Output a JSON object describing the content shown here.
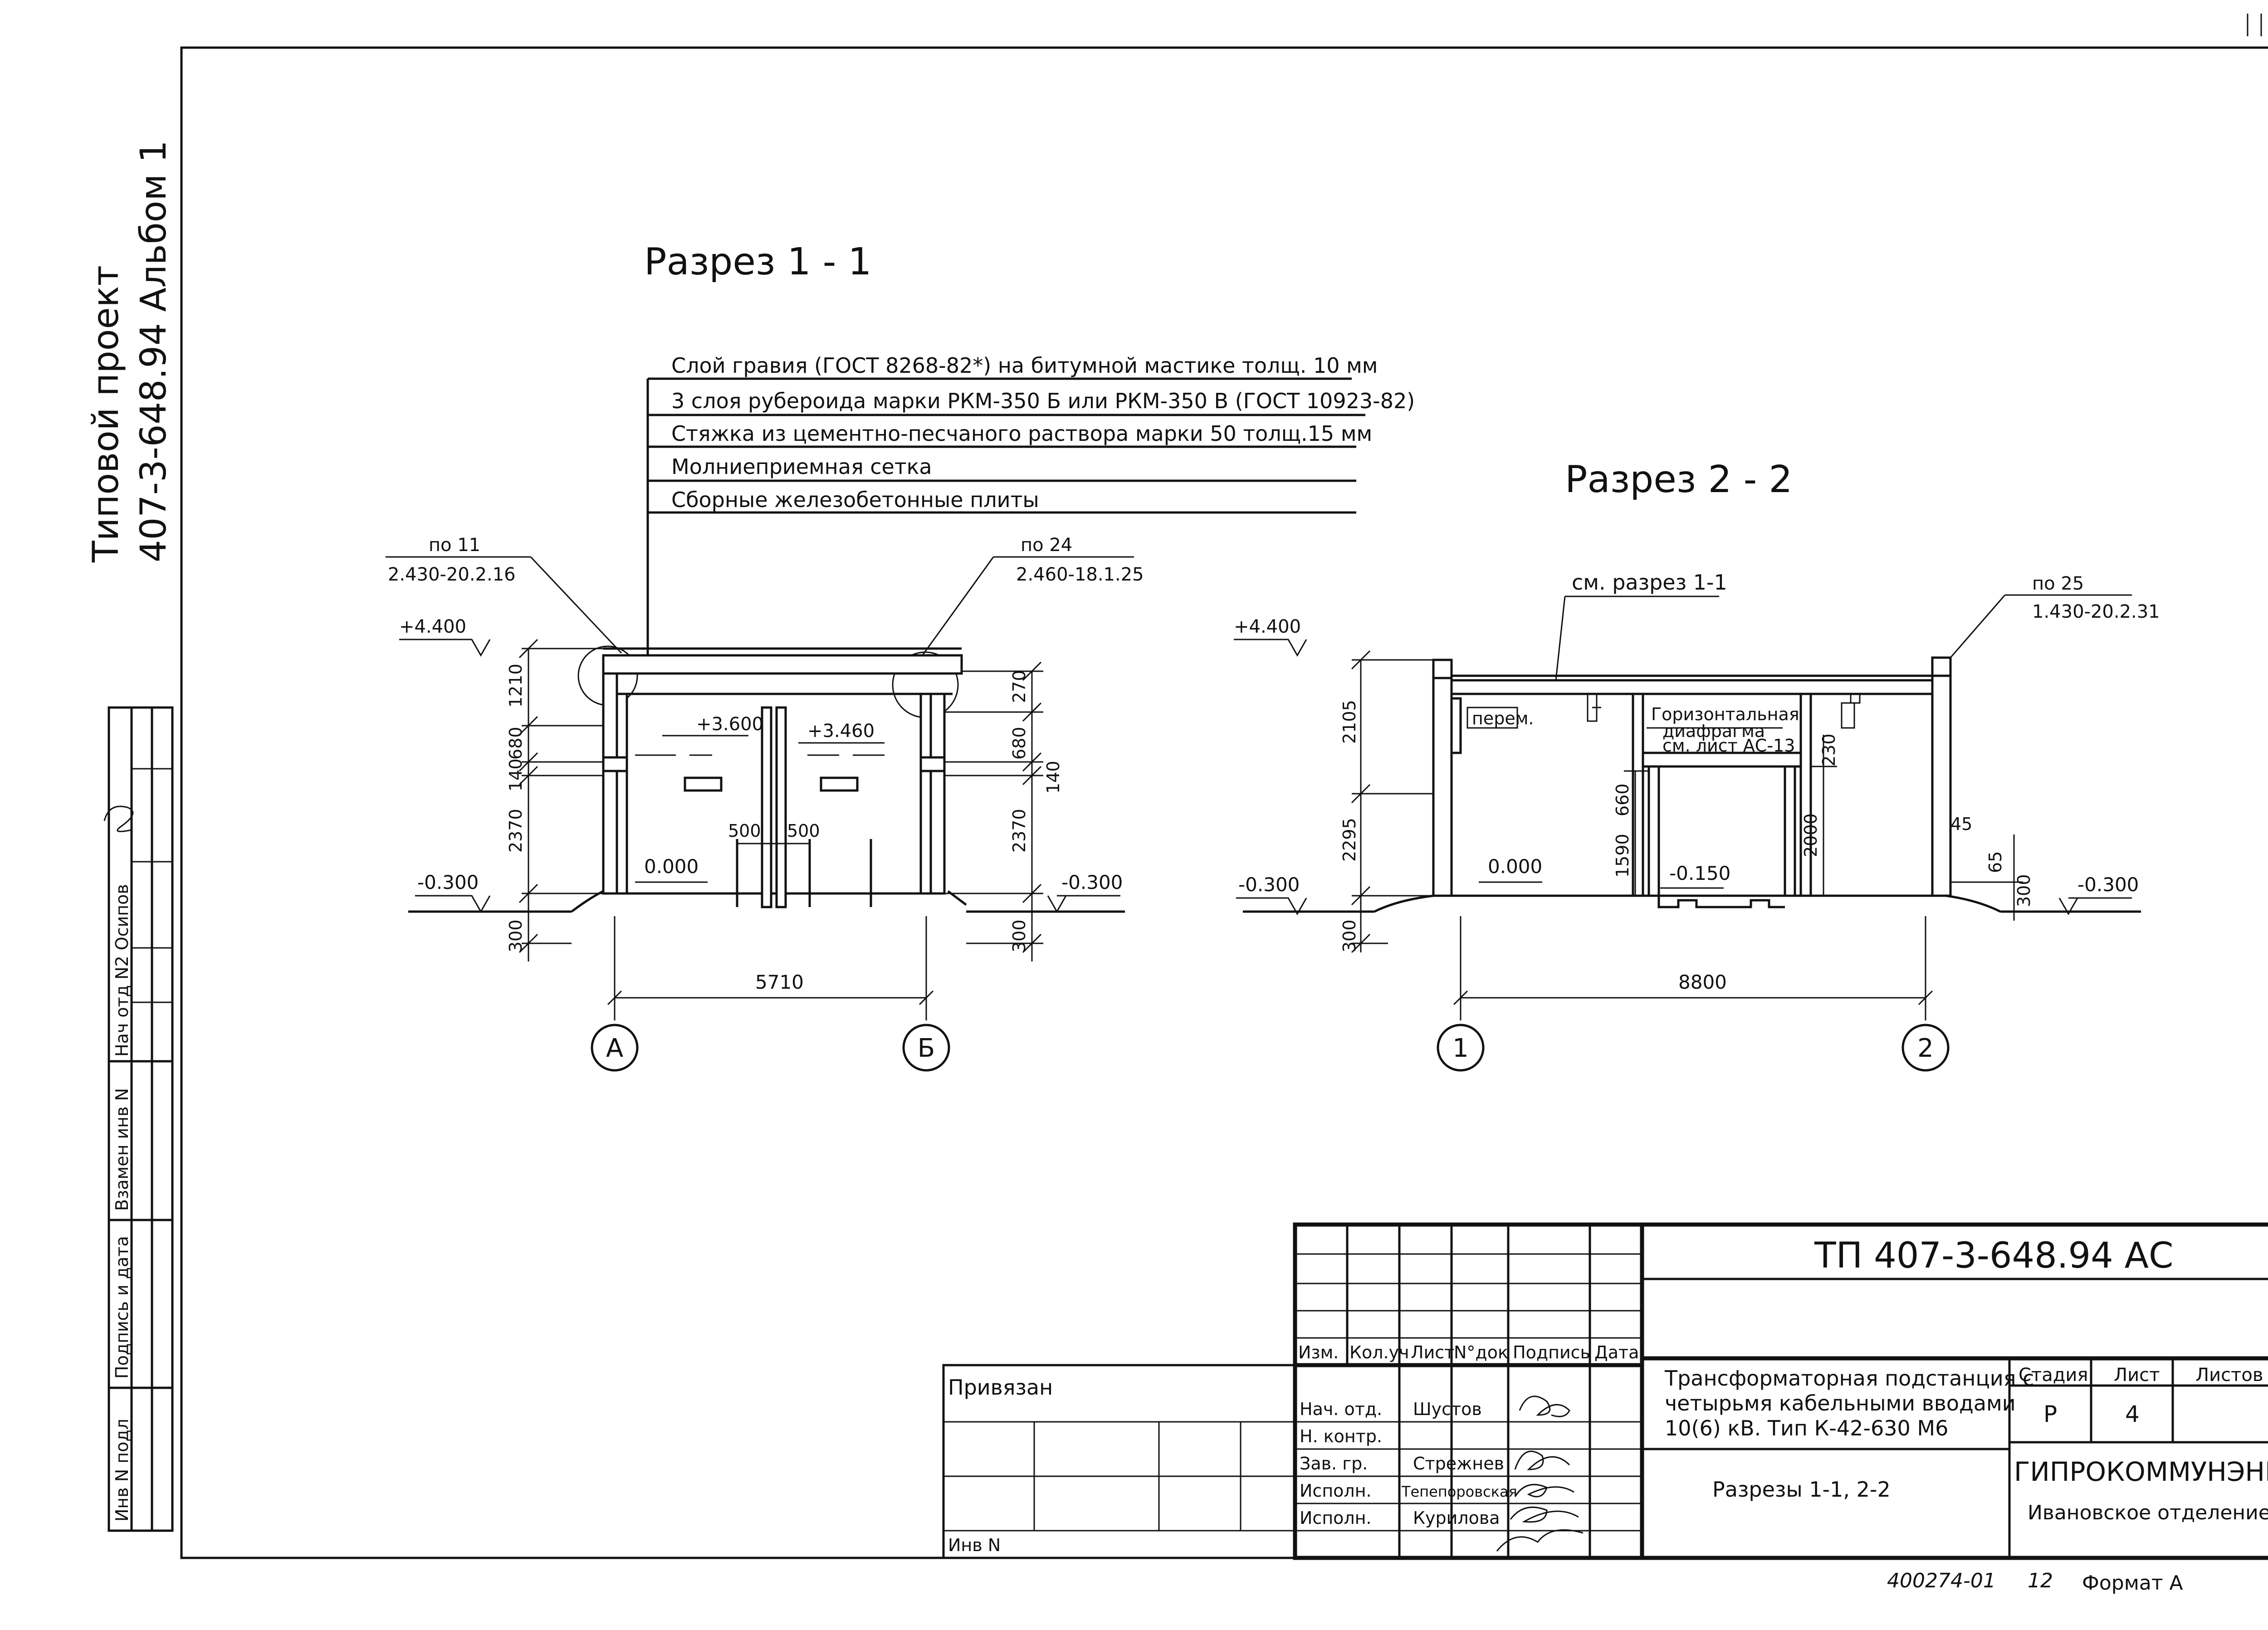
{
  "sheet_title_vertical": [
    "Типовой проект",
    "407-3-648.94 Альбом 1"
  ],
  "section1": {
    "title": "Разрез 1 - 1",
    "roof_layers": [
      "Слой гравия (ГОСТ 8268-82*) на битумной мастике толщ. 10 мм",
      "3 слоя рубероида марки РКМ-350 Б или РКМ-350 В (ГОСТ 10923-82)",
      "Стяжка из цементно-песчаного раствора марки 50 толщ.15 мм",
      "Молниеприемная сетка",
      "Сборные железобетонные плиты"
    ],
    "node_left": {
      "ref": "по 11",
      "code": "2.430-20.2.16"
    },
    "node_right": {
      "ref": "по 24",
      "code": "2.460-18.1.25"
    },
    "levels": {
      "top": "+4.400",
      "l1": "+3.600",
      "l2": "+3.460",
      "floor": "0.000",
      "ground_left": "-0.300",
      "ground_right": "-0.300"
    },
    "dims_left": [
      "1210",
      "680",
      "140",
      "2370",
      "300"
    ],
    "dims_right": [
      "270",
      "680",
      "140",
      "2370",
      "300"
    ],
    "door_dims": [
      "500",
      "500"
    ],
    "span": "5710",
    "axes": [
      "А",
      "Б"
    ]
  },
  "section2": {
    "title": "Разрез 2 - 2",
    "see_ref": "см. разрез 1-1",
    "node_right": {
      "ref": "по 25",
      "code": "1.430-20.2.31"
    },
    "levels": {
      "top": "+4.400",
      "floor": "0.000",
      "pit": "-0.150",
      "ground_left": "-0.300",
      "ground_right": "-0.300"
    },
    "dims_left": [
      "2105",
      "2295",
      "300"
    ],
    "dims_inner": [
      "660",
      "1590",
      "230",
      "2000"
    ],
    "dims_right": [
      "45",
      "65",
      "300"
    ],
    "labels": {
      "perem": "перем.",
      "diaphragm": [
        "Горизонтальная",
        "диафрагма",
        "см. лист АС-13"
      ]
    },
    "span": "8800",
    "axes": [
      "1",
      "2"
    ]
  },
  "side_stamp": [
    "Инв N подл",
    "Подпись и дата",
    "Взамен инв N",
    "Нач отд N2 Осипов"
  ],
  "title_block": {
    "doc_code": "ТП  407-3-648.94   АС",
    "header_cols": [
      "Изм.",
      "Кол.уч",
      "Лист",
      "N°док",
      "Подпись",
      "Дата"
    ],
    "privyazan": "Привязан",
    "inv_n": "Инв N",
    "people": [
      {
        "role": "Нач. отд.",
        "name": "Шустов"
      },
      {
        "role": "Н. контр.",
        "name": ""
      },
      {
        "role": "Зав. гр.",
        "name": "Стрежнев"
      },
      {
        "role": "Исполн.",
        "name": "Тепепоровская"
      },
      {
        "role": "Исполн.",
        "name": "Курилова"
      }
    ],
    "project_title": [
      "Трансформаторная подстанция с",
      "четырьмя кабельными вводами",
      "10(6) кВ.   Тип К-42-630 М6"
    ],
    "sheet_content": "Разрезы 1-1, 2-2",
    "stage_headers": [
      "Стадия",
      "Лист",
      "Листов"
    ],
    "stage": "Р",
    "sheet_no": "4",
    "sheets_total": "",
    "org": "ГИПРОКОММУНЭНЕРГО",
    "org_branch": "Ивановское отделение",
    "copy_no": "400274-01",
    "copy_sheet": "12",
    "format": "Формат А"
  }
}
